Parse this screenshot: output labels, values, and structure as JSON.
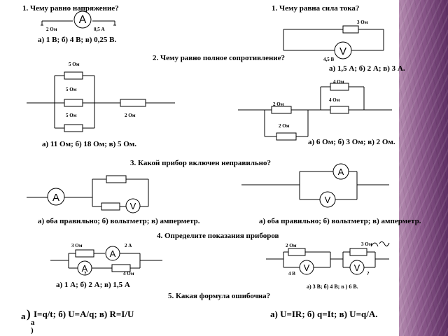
{
  "q1_left": {
    "title": "1. Чему равно напряжение?",
    "r_label": "2 Ом",
    "i_label": "0,5 А",
    "meter": "A",
    "answers": "а) 1 В; б) 4 В; в) 0,25 В."
  },
  "q1_right": {
    "title": "1. Чему равна сила тока?",
    "r_label": "3 Ом",
    "v_label": "4,5 В",
    "meter": "V",
    "answers": "а) 1,5 А; б) 2 А; в) 3 А."
  },
  "q2_left": {
    "labels": [
      "5 Ом",
      "5 Ом",
      "5 Ом",
      "2 Ом"
    ],
    "answers": "а) 11 Ом; б) 18 Ом; в) 5 Ом."
  },
  "q2_right": {
    "title": "2. Чему равно полное сопротивление?",
    "labels": [
      "4 Ом",
      "4 Ом",
      "2 Ом",
      "2 Ом"
    ],
    "answers": "а) 6 Ом; б) 3 Ом; в) 2 Ом."
  },
  "q3": {
    "title": "3. Какой прибор включен неправильно?",
    "left_meters": [
      "A",
      "V"
    ],
    "right_meters": [
      "A",
      "V"
    ],
    "answers_left": "а) оба правильно; б) вольтметр; в) амперметр.",
    "answers_right": "а) оба правильно; б) вольтметр; в) амперметр."
  },
  "q4": {
    "title": "4. Определите показания приборов",
    "left_labels": [
      "3 Ом",
      "2 А",
      "?",
      "4 Ом"
    ],
    "left_meters": [
      "A",
      "A"
    ],
    "left_answers": "а) 1 А; б) 2 А; в) 1,5 А",
    "right_labels": [
      "2 Ом",
      "3 Ом",
      "4 В",
      "?"
    ],
    "right_meters": [
      "V",
      "V"
    ],
    "right_answers": "а) 3 В; б) 4 В; в ) 6 В."
  },
  "q5": {
    "title": "5. Какая формула ошибочна?",
    "left_prefix": "а",
    "left_paren": ")",
    "left_formula": "I=q/t; б) U=A/q; в) R=I/U",
    "left_under": "а",
    "left_under2": ")",
    "right_formula": "а) U=IR; б) q=It; в) U=q/A."
  }
}
